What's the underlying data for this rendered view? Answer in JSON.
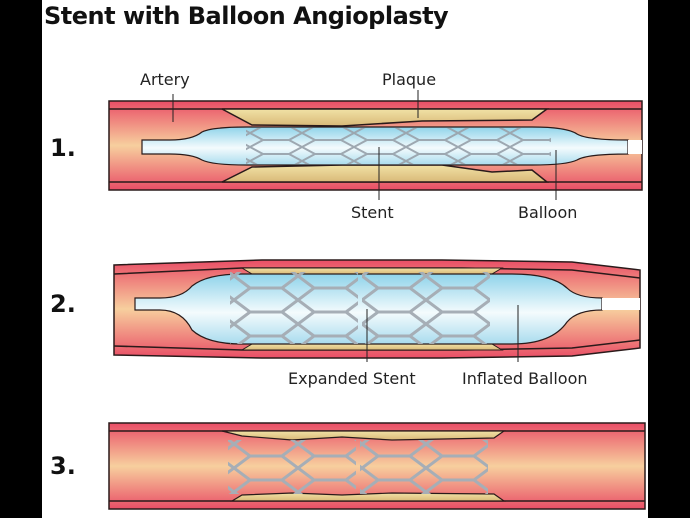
{
  "title": "Stent with Balloon Angioplasty",
  "steps": [
    {
      "number": "1.",
      "labels": {
        "artery": "Artery",
        "plaque": "Plaque",
        "stent": "Stent",
        "balloon": "Balloon"
      }
    },
    {
      "number": "2.",
      "labels": {
        "expanded_stent": "Expanded Stent",
        "inflated_balloon": "Inflated Balloon"
      }
    },
    {
      "number": "3."
    }
  ],
  "colors": {
    "artery_red": "#e8566a",
    "artery_inner": "#f6c9a0",
    "plaque": "#e6cf8a",
    "balloon": "#bfe6f2",
    "stent": "#9aa4ad",
    "outline": "#2a1a1a"
  }
}
